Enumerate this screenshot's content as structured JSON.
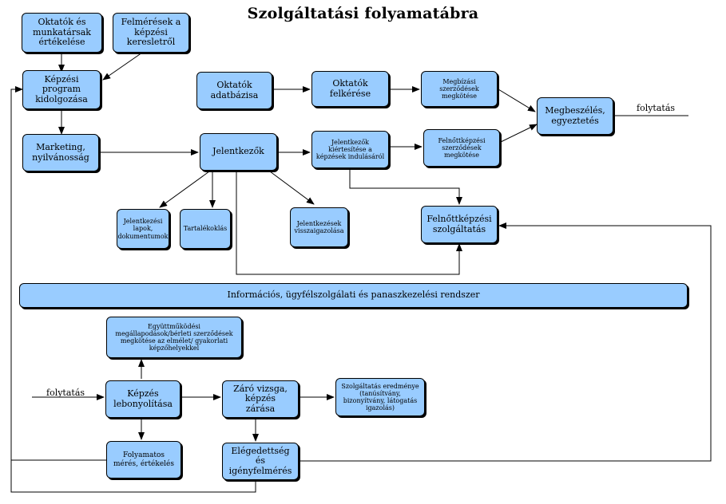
{
  "title": "Szolgáltatási folyamatábra",
  "nodes": {
    "oktatok_ertekelese": "Oktatók és munkatársak értékelése",
    "felmeresek": "Felmérések a képzési keresletről",
    "kepzesi_program": "Képzési program kidolgozása",
    "marketing": "Marketing, nyilvánosság",
    "oktatok_adatbazisa": "Oktatók adatbázisa",
    "oktatok_felkerese": "Oktatók felkérése",
    "megbizasi": "Megbízási szerződések megkötése",
    "megbeszeles": "Megbeszélés, egyeztetés",
    "jelentkezok": "Jelentkezők",
    "jelentkezok_kiertesitese": "Jelentkezők kiértesítése a képzések indulásáról",
    "felnottkepzesi_szerzodesek": "Felnőttképzési szerződések megkötése",
    "jelentkezesi_lapok": "Jelentkezési lapok, dokumentumok",
    "tartalekoklas": "Tartalékoklás",
    "jelentkezesek_visszaigazolasa": "Jelentkezések visszaigazolása",
    "felnottkepzesi_szolgaltatas": "Felnőttképzési szolgáltatás",
    "informacios_rendszer": "Információs, ügyfélszolgálati és panaszkezelési rendszer",
    "egyuttmukodesi": "Együttműködési megállapodások/bérleti szerződések megkötése az elmélet/ gyakorlati képzőhelyekkel",
    "kepzes_lebonyolitasa": "Képzés lebonyolítása",
    "zaro_vizsga": "Záró vizsga, képzés zárása",
    "szolgaltatas_eredmenye": "Szolgáltatás eredménye (tanúsítvány, bizonyítvány, látogatás igazolás)",
    "folyamatos_meres": "Folyamatos mérés, értékelés",
    "elegedettseg": "Elégedettség és igényfelmérés"
  },
  "labels": {
    "folytatas_out": "folytatás",
    "folytatas_in": "folytatás"
  },
  "colors": {
    "box_fill": "#99ccff",
    "line": "#000000"
  }
}
